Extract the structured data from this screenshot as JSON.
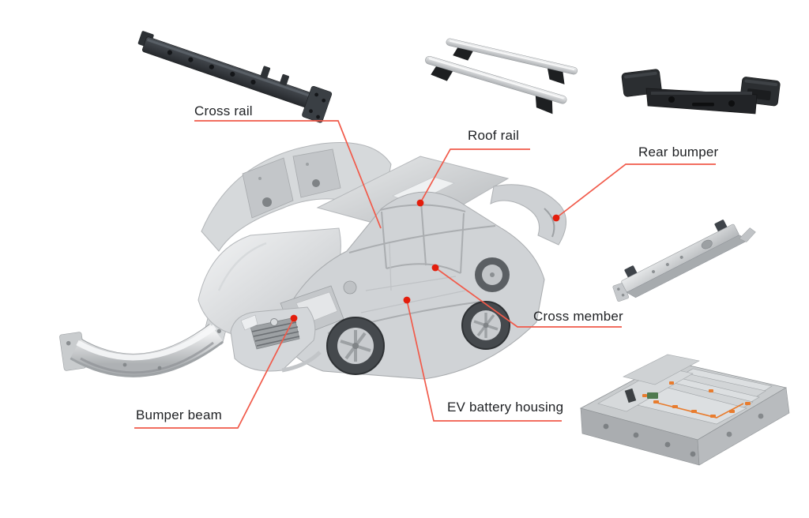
{
  "figure": {
    "type": "exploded-car-parts-diagram",
    "background": "#ffffff",
    "colors": {
      "leader_line": "#f15a4a",
      "callout_dot": "#e31d0c",
      "label_text": "#202225",
      "silver_part": "#c9ccce",
      "dark_part": "#26282b",
      "battery_cable_orange": "#e87c2e"
    },
    "labels": {
      "cross_rail": "Cross rail",
      "roof_rail": "Roof rail",
      "rear_bumper": "Rear bumper",
      "cross_member": "Cross member",
      "ev_battery_housing": "EV battery housing",
      "bumper_beam": "Bumper beam"
    },
    "parts": [
      "cross-rail-beam-photo",
      "roof-rail-bars-photo",
      "rear-bumper-photo",
      "cross-member-beam-photo",
      "ev-battery-housing-photo",
      "bumper-beam-photo",
      "exploded-car-body-photo"
    ]
  }
}
